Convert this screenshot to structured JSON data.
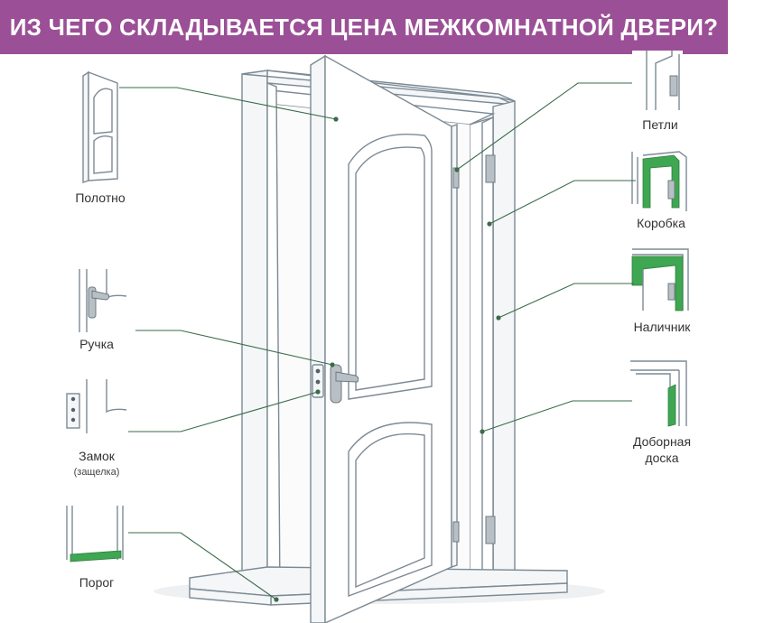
{
  "header": {
    "title": "ИЗ ЧЕГО СКЛАДЫВАЕТСЯ ЦЕНА МЕЖКОМНАТНОЙ ДВЕРИ?"
  },
  "colors": {
    "banner": "#9b4f96",
    "accent_green": "#3fa652",
    "leader_line": "#3a6b4a",
    "outline": "#7c8a94",
    "door_fill": "#f4f6f8"
  },
  "parts_left": [
    {
      "id": "polotno",
      "label": "Полотно"
    },
    {
      "id": "ruchka",
      "label": "Ручка"
    },
    {
      "id": "zamok",
      "label": "Замок",
      "note": "(защелка)"
    },
    {
      "id": "porog",
      "label": "Порог"
    }
  ],
  "parts_right": [
    {
      "id": "petli",
      "label": "Петли"
    },
    {
      "id": "korobka",
      "label": "Коробка"
    },
    {
      "id": "nalichnik",
      "label": "Наличник"
    },
    {
      "id": "dobornaya",
      "label": "Доборная",
      "label2": "доска"
    }
  ]
}
